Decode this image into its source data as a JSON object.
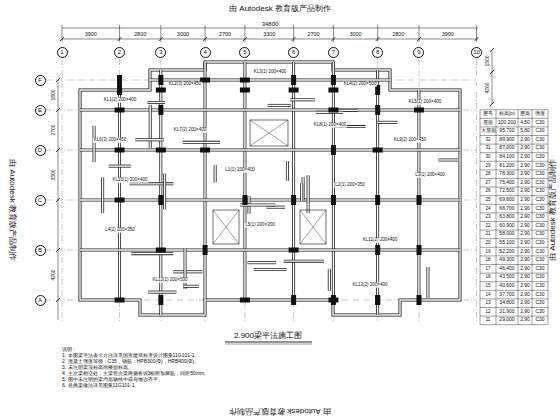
{
  "diagram": {
    "title": "2.900梁平法施工图",
    "nodes": [
      {
        "text": [
          "1"
        ]
      },
      {
        "text": [
          "2"
        ]
      },
      {
        "text": [
          "3"
        ]
      },
      {
        "text": [
          "4"
        ]
      },
      {
        "text": [
          "5"
        ]
      },
      {
        "text": [
          "6"
        ]
      },
      {
        "text": [
          "7"
        ]
      },
      {
        "text": [
          "8"
        ]
      },
      {
        "text": [
          "9"
        ]
      },
      {
        "text": [
          "10"
        ]
      },
      {
        "text": [
          "F"
        ]
      },
      {
        "text": [
          "E"
        ]
      },
      {
        "text": [
          "D"
        ]
      },
      {
        "text": [
          "C"
        ]
      },
      {
        "text": [
          "B"
        ]
      },
      {
        "text": [
          "A"
        ]
      }
    ],
    "labels": [
      "由 Autodesk 教育版产品制作",
      "由 Autodesk 教育版产品制作",
      "由 Autodesk 教育版产品制作",
      "由 Autodesk 教育版产品制作",
      "34800",
      "3900",
      "2800",
      "3000",
      "2700",
      "3300",
      "2700",
      "3000",
      "2800",
      "3900",
      "4200",
      "2700",
      "3300",
      "1800",
      "4200",
      "1500",
      "说明：",
      "1. 本图梁平法表示方法详见国家建筑标准设计图集11G101-1。",
      "2. 混凝土强度等级：C35，钢筋：HPB300(Φ)，HRB400(Φ)。",
      "3. 未注明梁顶标高同楼面标高。",
      "4. 主次梁相交处，主梁在次梁两侧各设3根附加箍筋，间距50mm。",
      "5. 图中未注明的梁均居轴线中或与墙边齐平。",
      "6. 悬挑梁做法详见图集11G101-1。",
      "层号",
      "标高(m)",
      "层高",
      "强度",
      "屋面",
      "100.200",
      "4.50",
      "C30",
      "大屋面",
      "95.700",
      "5.80",
      "C30",
      "32",
      "89.900",
      "2.90",
      "C30",
      "31",
      "87.000",
      "2.90",
      "C30",
      "30",
      "84.100",
      "2.90",
      "C30",
      "29",
      "81.200",
      "2.90",
      "C30",
      "28",
      "78.300",
      "2.90",
      "C30",
      "27",
      "75.400",
      "2.90",
      "C30",
      "26",
      "72.500",
      "2.90",
      "C30",
      "25",
      "69.600",
      "2.90",
      "C30",
      "24",
      "66.700",
      "2.90",
      "C30",
      "23",
      "63.800",
      "2.90",
      "C30",
      "22",
      "60.900",
      "2.90",
      "C30",
      "21",
      "58.000",
      "2.90",
      "C30",
      "20",
      "55.100",
      "2.90",
      "C30",
      "19",
      "52.200",
      "2.90",
      "C30",
      "18",
      "49.300",
      "2.90",
      "C30",
      "17",
      "46.400",
      "2.90",
      "C30",
      "16",
      "43.500",
      "2.90",
      "C30",
      "15",
      "40.600",
      "2.90",
      "C30",
      "14",
      "37.700",
      "2.90",
      "C30",
      "13",
      "34.800",
      "2.90",
      "C30",
      "12",
      "31.900",
      "2.90",
      "C30",
      "11",
      "29.000",
      "2.90",
      "C30",
      "KL1(2) 200×400",
      "KL2(3) 200×450",
      "KL3(1) 200×400",
      "KL4(2) 200×500",
      "KL5(1) 200×400",
      "KL6(3) 200×450",
      "KL7(2) 200×400",
      "KL8(1) 200×400",
      "KL9(2) 200×450",
      "KL10(1) 200×400",
      "L1(1) 200×400",
      "L2(1) 200×350",
      "L3(1) 200×400",
      "L4(2) 200×350",
      "L5(1) 200×300",
      "KL11(2) 200×400",
      "KL12(1) 200×500",
      "KL13(2) 200×400"
    ]
  }
}
